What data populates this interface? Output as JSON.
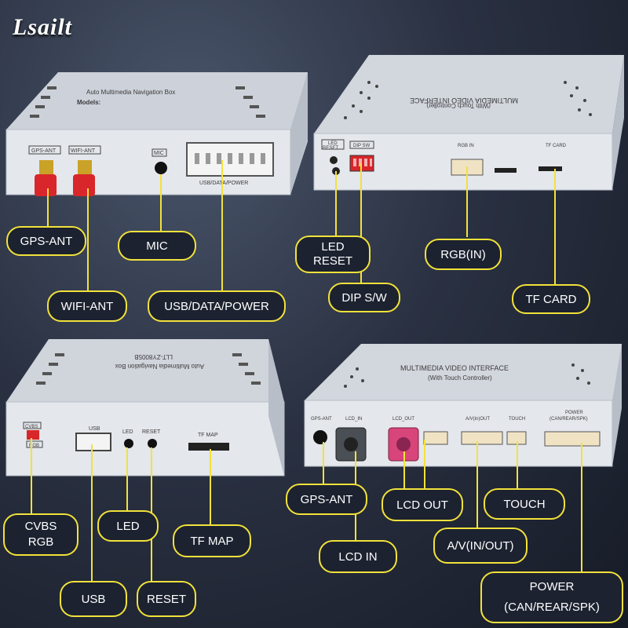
{
  "logo": {
    "text": "Lsailt"
  },
  "top_left_box": {
    "label_title": "Auto Multimedia Navigation Box",
    "label_models": "Models:",
    "port_gps": "GPS-ANT",
    "port_wifi": "WIFI-ANT",
    "port_mic": "MIC",
    "port_usb": "USB/DATA/POWER"
  },
  "top_right_box": {
    "title": "MULTIMEDIA VIDEO INTERFACE",
    "subtitle": "(With Touch Controller)",
    "port_led": "LED",
    "port_reset": "RESET",
    "port_dip": "DIP SW",
    "port_rgb": "RGB IN",
    "port_tf": "TF CARD"
  },
  "bottom_left_box": {
    "label_model": "LLT-ZY8005B",
    "label_title": "Auto Multimedia Navigation Box",
    "port_cvbs": "CVBS",
    "port_rgb": "RGB",
    "port_usb": "USB",
    "port_led": "LED",
    "port_reset": "RESET",
    "port_tf": "TF MAP"
  },
  "bottom_right_box": {
    "title": "MULTIMEDIA VIDEO INTERFACE",
    "subtitle": "(With Touch Controller)",
    "port_gps": "GPS-ANT",
    "port_lcd_in": "LCD_IN",
    "port_lcd_out": "LCD_OUT",
    "port_av": "A/V(in)OUT",
    "port_touch": "TOUCH",
    "port_power1": "POWER",
    "port_power2": "(CAN/REAR/SPK)"
  },
  "callouts": {
    "gps_ant_1": "GPS-ANT",
    "mic": "MIC",
    "wifi_ant": "WIFI-ANT",
    "usb_data_power": "USB/DATA/POWER",
    "led_1": "LED",
    "reset_1": "RESET",
    "dip_sw": "DIP S/W",
    "rgb_in": "RGB(IN)",
    "tf_card": "TF CARD",
    "cvbs": "CVBS",
    "rgb": "RGB",
    "led_2": "LED",
    "tf_map": "TF MAP",
    "usb": "USB",
    "reset_2": "RESET",
    "gps_ant_2": "GPS-ANT",
    "lcd_out": "LCD OUT",
    "touch": "TOUCH",
    "lcd_in": "LCD IN",
    "av_in_out": "A/V(IN/OUT)",
    "power": "POWER",
    "power_sub": "(CAN/REAR/SPK)"
  },
  "colors": {
    "callout_border": "#f2e23a",
    "leader_line": "#f2e23a",
    "box_face": "#e4e7ec",
    "antenna_red": "#d8262a",
    "lcd_pink": "#d8457a"
  }
}
